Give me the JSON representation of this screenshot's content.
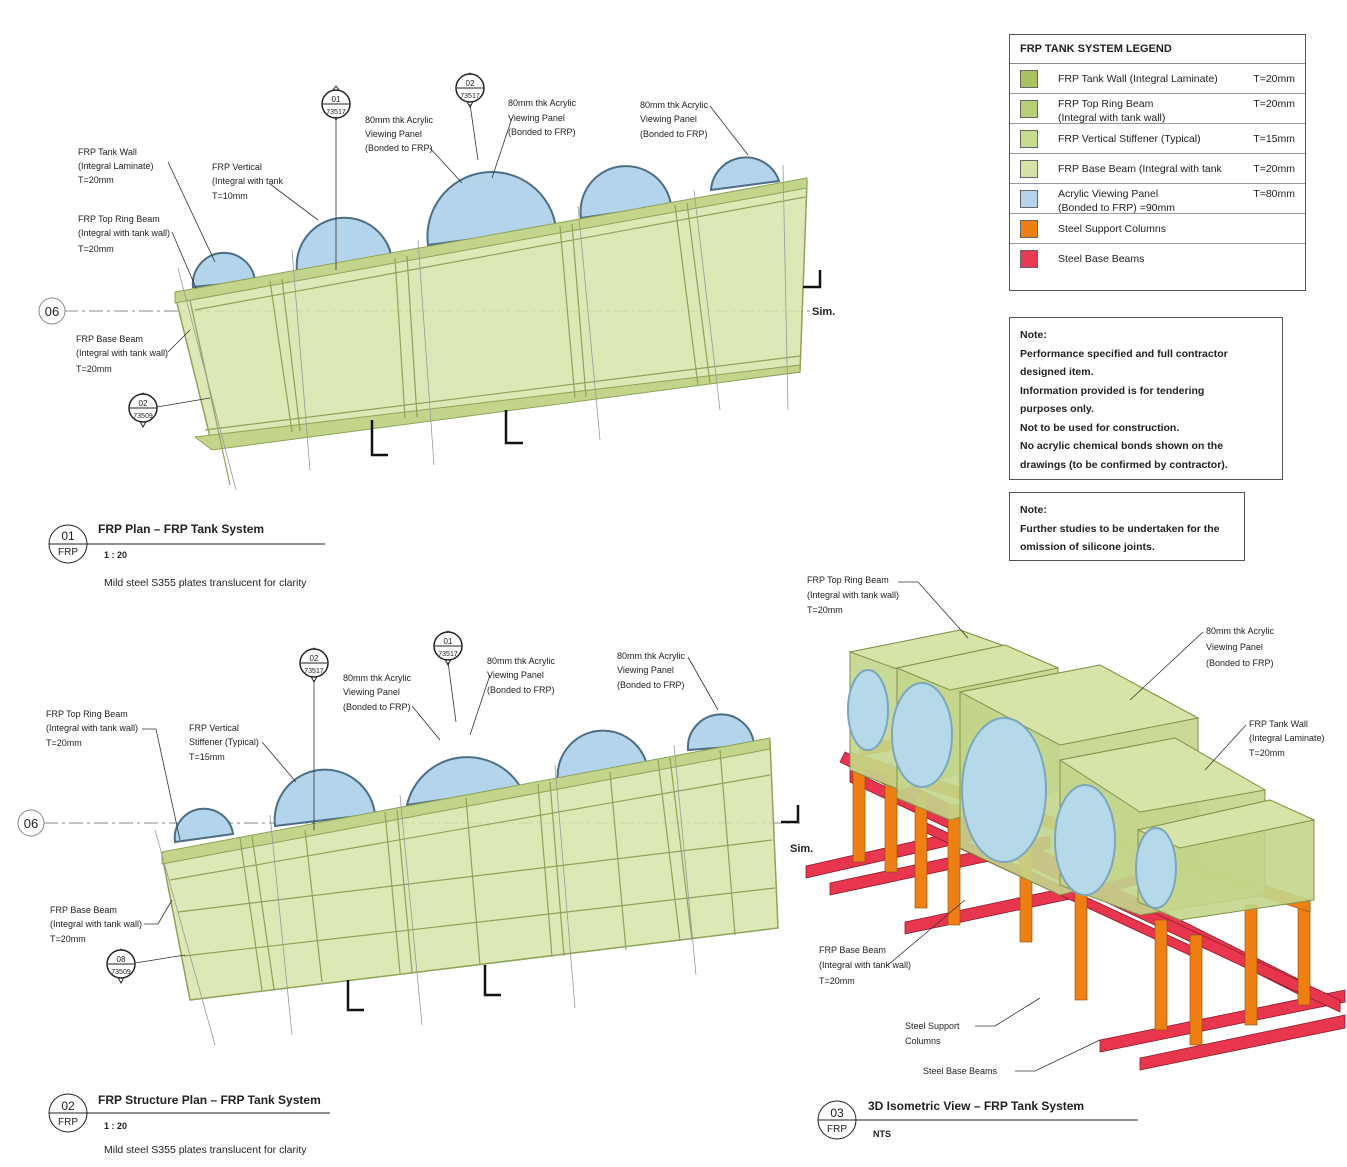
{
  "legend": {
    "title": "FRP TANK SYSTEM LEGEND",
    "rows": [
      {
        "label": "FRP Tank Wall (Integral Laminate)",
        "value": "T=20mm",
        "color": "#a6c35d"
      },
      {
        "label": "FRP Top Ring Beam\n(Integral with tank wall)",
        "value": "T=20mm",
        "color": "#b5cf72"
      },
      {
        "label": "FRP Vertical Stiffener (Typical)",
        "value": "T=15mm",
        "color": "#c8dc8f"
      },
      {
        "label": "FRP Base Beam (Integral with tank",
        "value": "T=20mm",
        "color": "#d5e4a6"
      },
      {
        "label": "Acrylic Viewing Panel\n(Bonded to FRP) =90mm",
        "value": "T=80mm",
        "color": "#b3d4ea"
      },
      {
        "label": "Steel Support Columns",
        "value": "",
        "color": "#f07f12"
      },
      {
        "label": "Steel Base Beams",
        "value": "",
        "color": "#ea3a54"
      }
    ]
  },
  "note1": {
    "heading": "Note:",
    "lines": [
      "Performance specified and full contractor",
      "designed item.",
      "Information provided is for tendering",
      "purposes only.",
      "Not to be used for construction.",
      "No acrylic chemical bonds shown on the",
      "drawings (to be confirmed by contractor)."
    ]
  },
  "note2": {
    "heading": "Note:",
    "lines": [
      "Further studies to be undertaken for the",
      "omission of silicone joints."
    ]
  },
  "view1": {
    "number": "01",
    "code": "FRP",
    "title": "FRP Plan – FRP Tank System",
    "scale": "1 : 20",
    "caption": "Mild steel S355 plates translucent for clarity",
    "grid": "06",
    "sim": "Sim.",
    "annotations": {
      "wall": [
        "FRP Tank Wall",
        "(Integral Laminate)",
        "T=20mm"
      ],
      "ring": [
        "FRP Top Ring Beam",
        "(Integral with tank wall)",
        "T=20mm"
      ],
      "base": [
        "FRP Base Beam",
        "(Integral with tank wall)",
        "T=20mm"
      ],
      "vert": [
        "FRP Vertical",
        "(Integral with tank",
        "T=10mm"
      ],
      "acr1": [
        "80mm thk Acrylic",
        "Viewing Panel",
        "(Bonded to FRP)"
      ],
      "acr2": [
        "80mm thk Acrylic",
        "Viewing Panel",
        "(Bonded to FRP)"
      ],
      "acr3": [
        "80mm thk Acrylic",
        "Viewing Panel",
        "(Bonded to FRP)"
      ]
    },
    "sections": [
      {
        "num": "01",
        "ref": "73517"
      },
      {
        "num": "02",
        "ref": "73517"
      },
      {
        "num": "02",
        "ref": "73509"
      }
    ]
  },
  "view2": {
    "number": "02",
    "code": "FRP",
    "title": "FRP Structure Plan – FRP Tank System",
    "scale": "1 : 20",
    "caption": "Mild steel S355 plates translucent for clarity",
    "grid": "06",
    "sim": "Sim.",
    "annotations": {
      "ring": [
        "FRP Top Ring Beam",
        "(Integral with tank wall)",
        "T=20mm"
      ],
      "vert": [
        "FRP Vertical",
        "Stiffener (Typical)",
        "T=15mm"
      ],
      "base": [
        "FRP Base Beam",
        "(Integral with tank wall)",
        "T=20mm"
      ],
      "acr1": [
        "80mm thk Acrylic",
        "Viewing Panel",
        "(Bonded to FRP)"
      ],
      "acr2": [
        "80mm thk Acrylic",
        "Viewing Panel",
        "(Bonded to FRP)"
      ],
      "acr3": [
        "80mm thk Acrylic",
        "Viewing Panel",
        "(Bonded to FRP)"
      ]
    },
    "sections": [
      {
        "num": "02",
        "ref": "73517"
      },
      {
        "num": "01",
        "ref": "73517"
      },
      {
        "num": "08",
        "ref": "73509"
      }
    ]
  },
  "view3": {
    "number": "03",
    "code": "FRP",
    "title": "3D Isometric View – FRP Tank System",
    "scale": "NTS",
    "annotations": {
      "ring": [
        "FRP Top Ring Beam",
        "(Integral with tank wall)",
        "T=20mm"
      ],
      "acr": [
        "80mm thk Acrylic",
        "Viewing Panel",
        "(Bonded to FRP)"
      ],
      "wall": [
        "FRP Tank Wall",
        "(Integral Laminate)",
        "T=20mm"
      ],
      "base": [
        "FRP Base Beam",
        "(Integral with tank wall)",
        "T=20mm"
      ],
      "cols": [
        "Steel Support",
        "Columns"
      ],
      "beams": [
        "Steel Base Beams"
      ]
    }
  }
}
